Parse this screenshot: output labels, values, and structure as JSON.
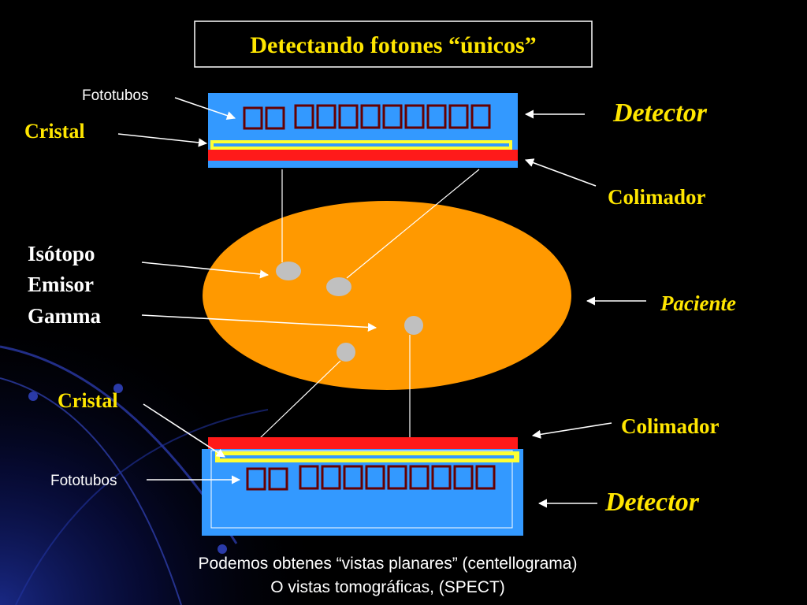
{
  "slide": {
    "title": "Detectando fotones “únicos”",
    "caption_line1": "Podemos obtenes “vistas planares” (centellograma)",
    "caption_line2": "O vistas tomográficas, (SPECT)"
  },
  "labels": {
    "fototubos_top": "Fototubos",
    "cristal_top": "Cristal",
    "detector_top": "Detector",
    "colimador_top": "Colimador",
    "isotopo_line1": "Isótopo",
    "isotopo_line2": "Emisor",
    "isotopo_line3": "Gamma",
    "paciente": "Paciente",
    "cristal_bottom": "Cristal",
    "colimador_bottom": "Colimador",
    "fototubos_bottom": "Fototubos",
    "detector_bottom": "Detector"
  },
  "colors": {
    "background": "#000000",
    "detector_blue": "#3399FF",
    "crystal_yellow": "#FFFF33",
    "collimator_red": "#FF1A1A",
    "patient_orange": "#FF9900",
    "isotope_gray": "#C0C0C0",
    "accent_text": "#FFE600",
    "arrow_white": "#FFFFFF",
    "phototube_maroon": "#660000",
    "title_box_text": "#FFE600"
  },
  "icons": {
    "phototube": "phototube-glyph",
    "arrow": "arrow-head"
  }
}
